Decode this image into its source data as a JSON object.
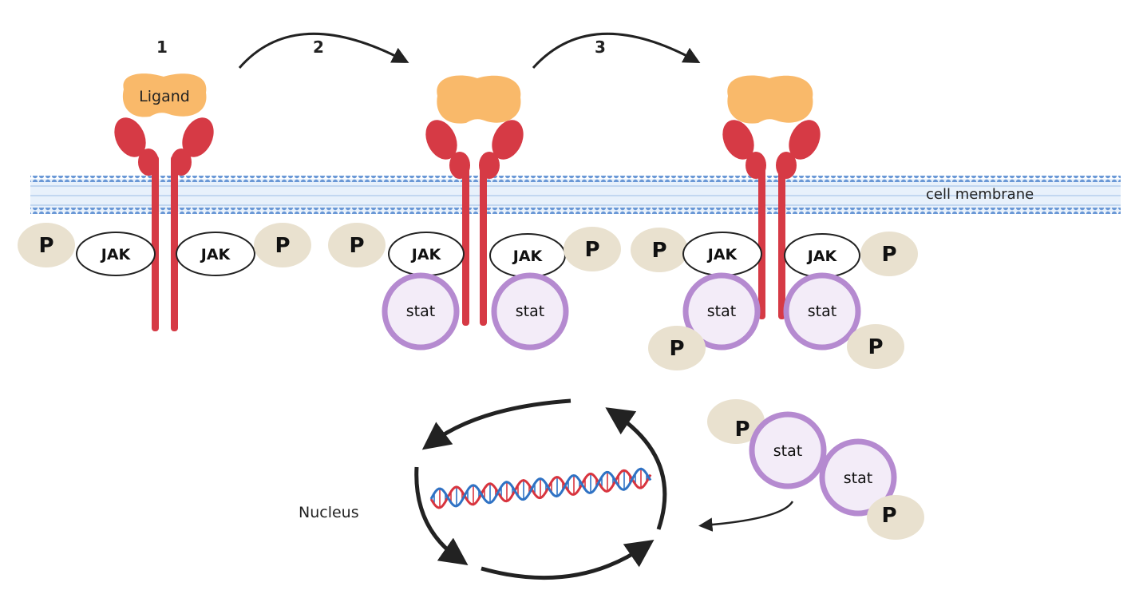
{
  "steps": {
    "s1": "1",
    "s2": "2",
    "s3": "3"
  },
  "labels": {
    "ligand": "Ligand",
    "membrane": "cell membrane",
    "nucleus": "Nucleus",
    "jak": "JAK",
    "stat": "stat",
    "phosphate": "P"
  },
  "colors": {
    "ligand": "#f9b96a",
    "receptor": "#d63a45",
    "membrane": "#6a98d6",
    "membrane_fill": "#e6f0fb",
    "phosphate": "#e9e1cf",
    "stat_ring": "#b58ad0",
    "stat_fill": "#f3ecf8",
    "arrow": "#222222",
    "dna_red": "#d8343e",
    "dna_blue": "#2f72c4"
  }
}
